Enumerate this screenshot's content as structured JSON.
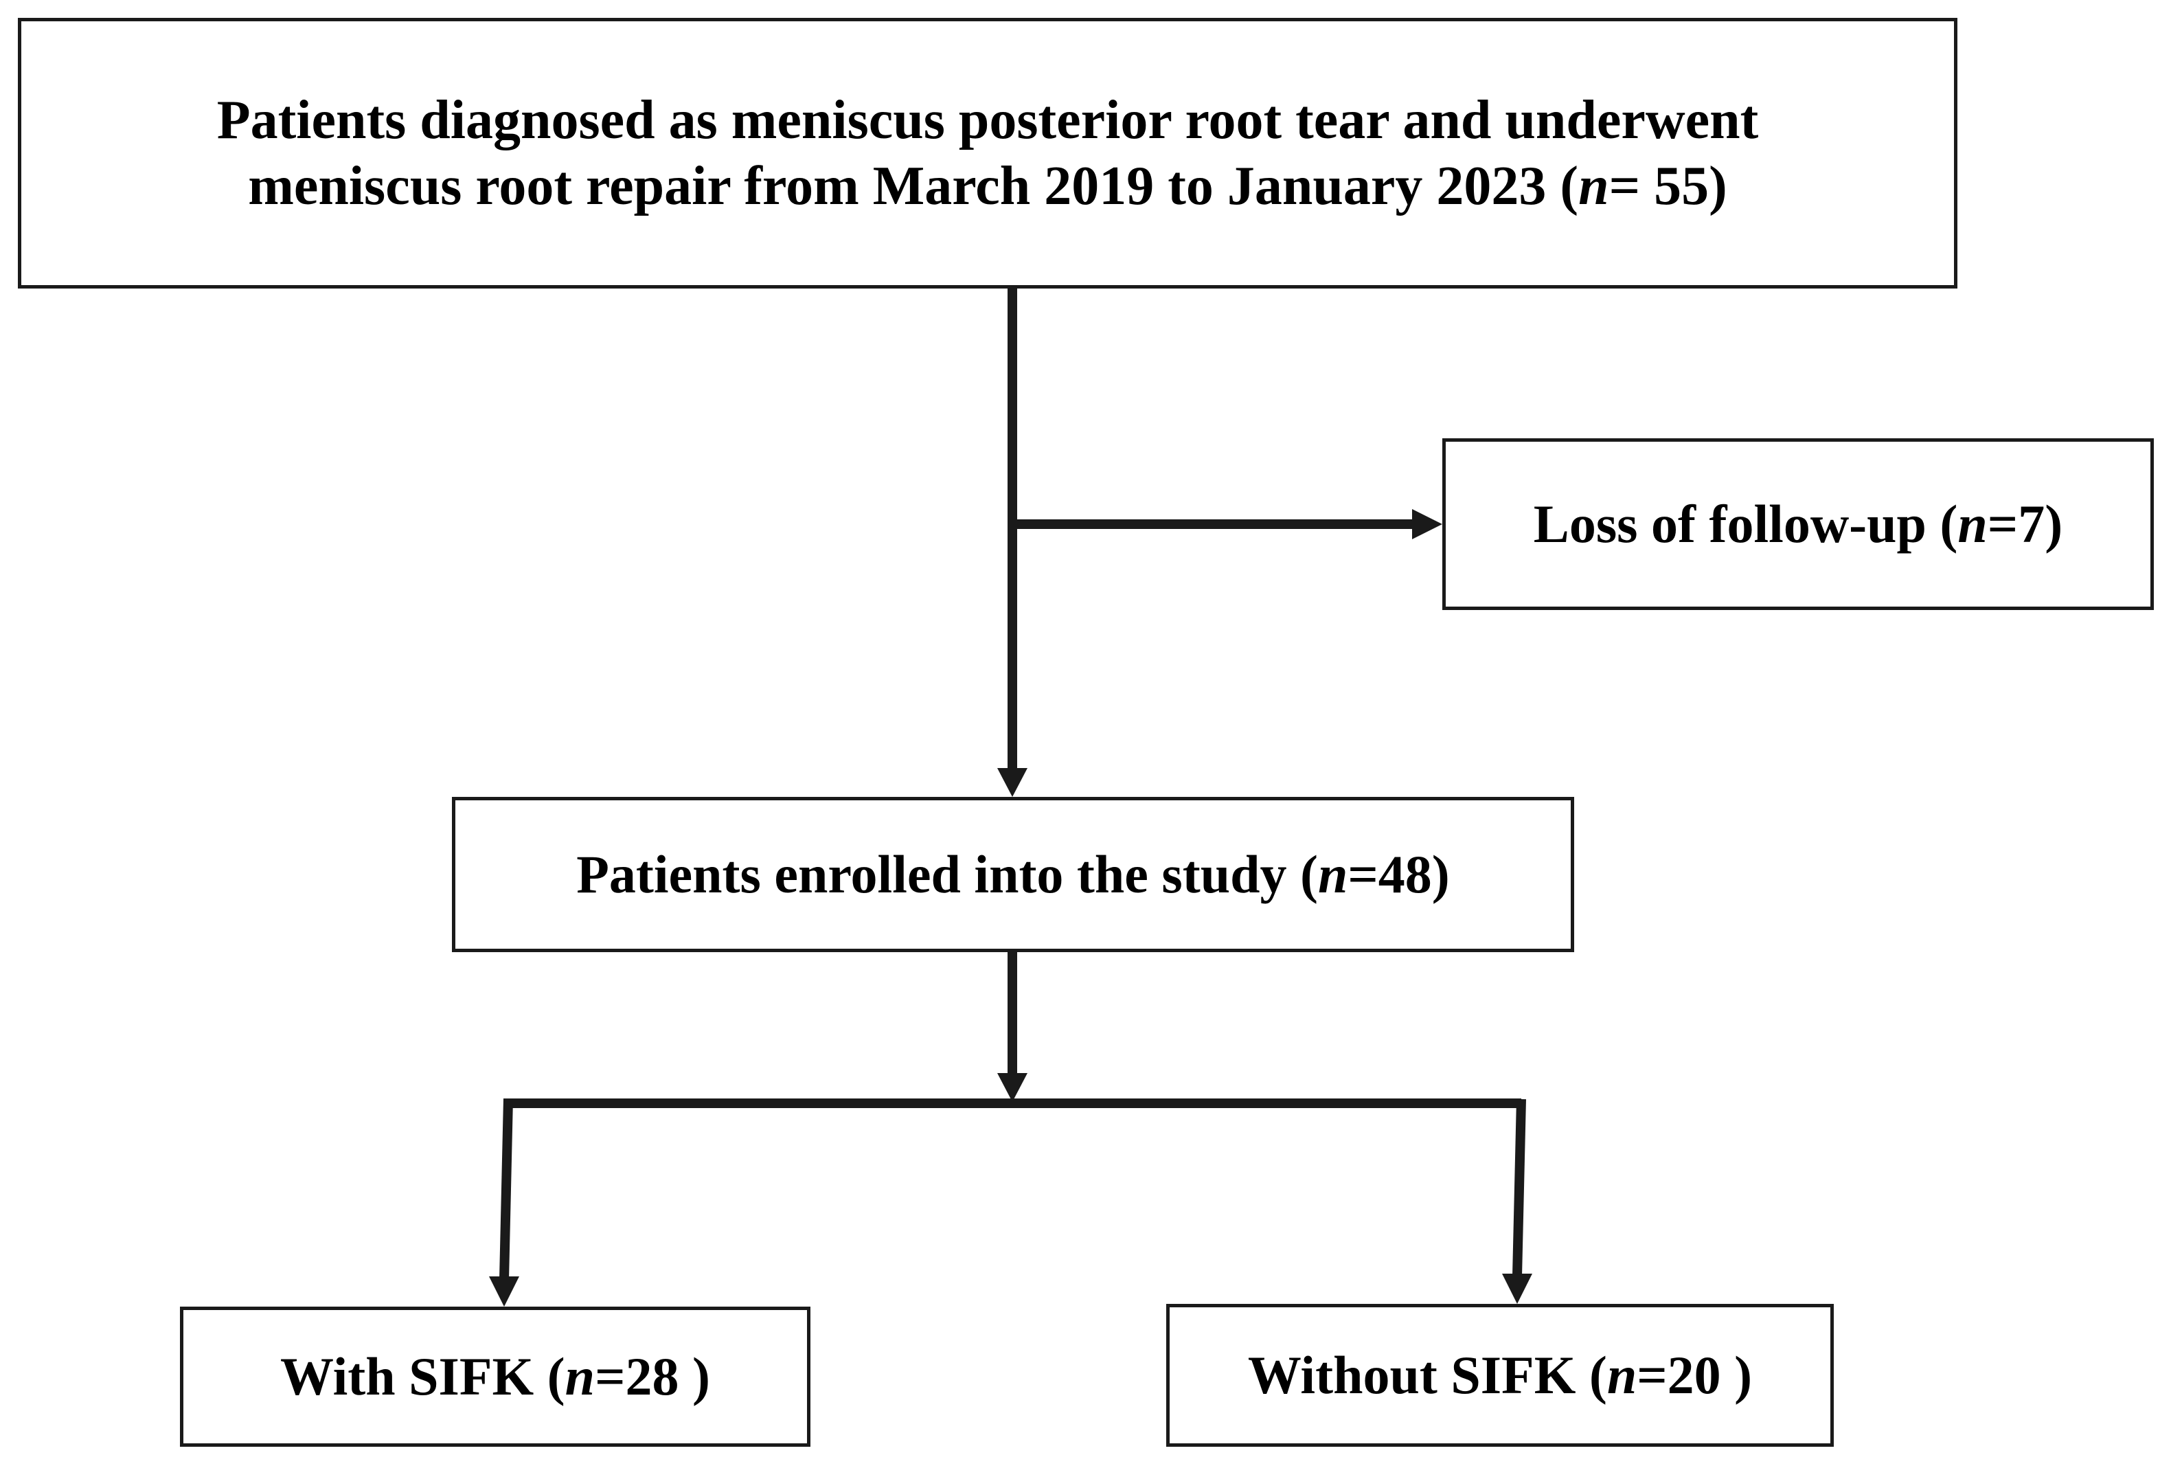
{
  "flowchart": {
    "top": {
      "line1": "Patients diagnosed as meniscus posterior root tear and underwent",
      "line2_prefix": "meniscus root repair from March 2019 to January 2023 (",
      "n_label": "n",
      "line2_suffix": "= 55)"
    },
    "loss": {
      "prefix": "Loss of follow-up (",
      "n_label": "n",
      "suffix": "=7)"
    },
    "enrolled": {
      "prefix": "Patients enrolled into the study (",
      "n_label": "n",
      "suffix": "=48)"
    },
    "with_sifk": {
      "prefix": "With SIFK (",
      "n_label": "n",
      "suffix": "=28 )"
    },
    "without_sifk": {
      "prefix": "Without SIFK (",
      "n_label": "n",
      "suffix": "=20 )"
    }
  },
  "colors": {
    "stroke": "#1a1a1a",
    "background": "#ffffff",
    "text": "#000000"
  }
}
